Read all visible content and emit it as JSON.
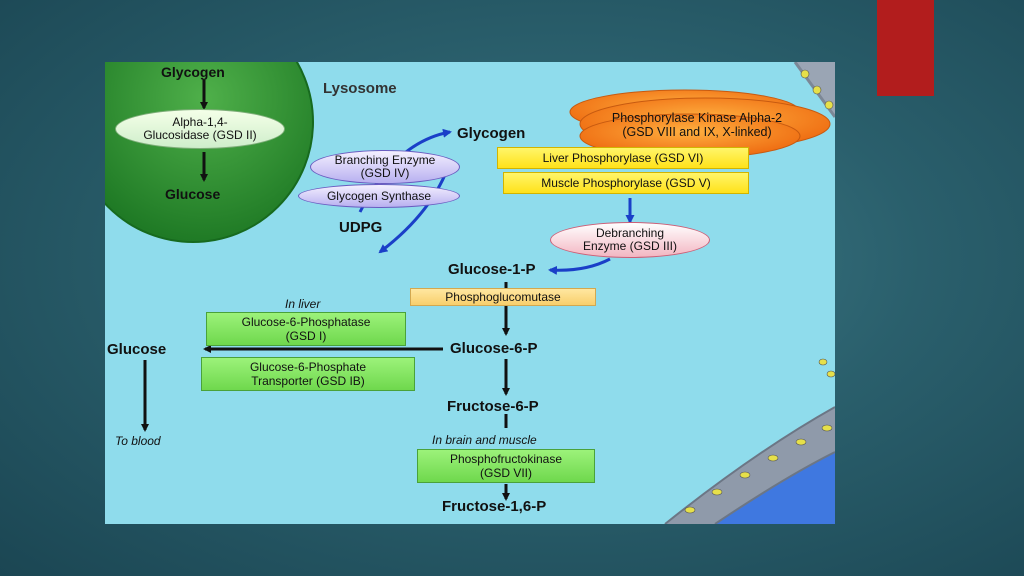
{
  "lysosome_label": "Lysosome",
  "lysosome": {
    "glycogen": "Glycogen",
    "enzyme": "Alpha-1,4-\nGlucosidase (GSD II)",
    "glucose": "Glucose"
  },
  "metabolites": {
    "glycogen": "Glycogen",
    "udpg": "UDPG",
    "glucose_1_p": "Glucose-1-P",
    "glucose_6_p": "Glucose-6-P",
    "fructose_6_p": "Fructose-6-P",
    "fructose_1_6_p": "Fructose-1,6-P",
    "glucose": "Glucose"
  },
  "enzymes": {
    "branching_enzyme": "Branching Enzyme\n(GSD IV)",
    "glycogen_synthase": "Glycogen Synthase",
    "phosphorylase_kinase": "Phosphorylase Kinase Alpha-2\n(GSD VIII and IX, X-linked)",
    "liver_phosphorylase": "Liver Phosphorylase (GSD VI)",
    "muscle_phosphorylase": "Muscle Phosphorylase (GSD V)",
    "debranching_enzyme": "Debranching\nEnzyme (GSD III)",
    "phosphoglucomutase": "Phosphoglucomutase",
    "g6pase": "Glucose-6-Phosphatase\n(GSD I)",
    "g6p_transporter": "Glucose-6-Phosphate\nTransporter (GSD IB)",
    "phosphofructokinase": "Phosphofructokinase\n(GSD VII)"
  },
  "annotations": {
    "in_liver": "In liver",
    "to_blood": "To blood",
    "in_brain_muscle": "In brain and muscle"
  },
  "colors": {
    "accent": "#b21d1d",
    "panel_bg": "#8fdcec",
    "lysosome": "#2f8f2f",
    "arrow_blue": "#1a3fc8",
    "nucleus": "#3f78e0"
  }
}
